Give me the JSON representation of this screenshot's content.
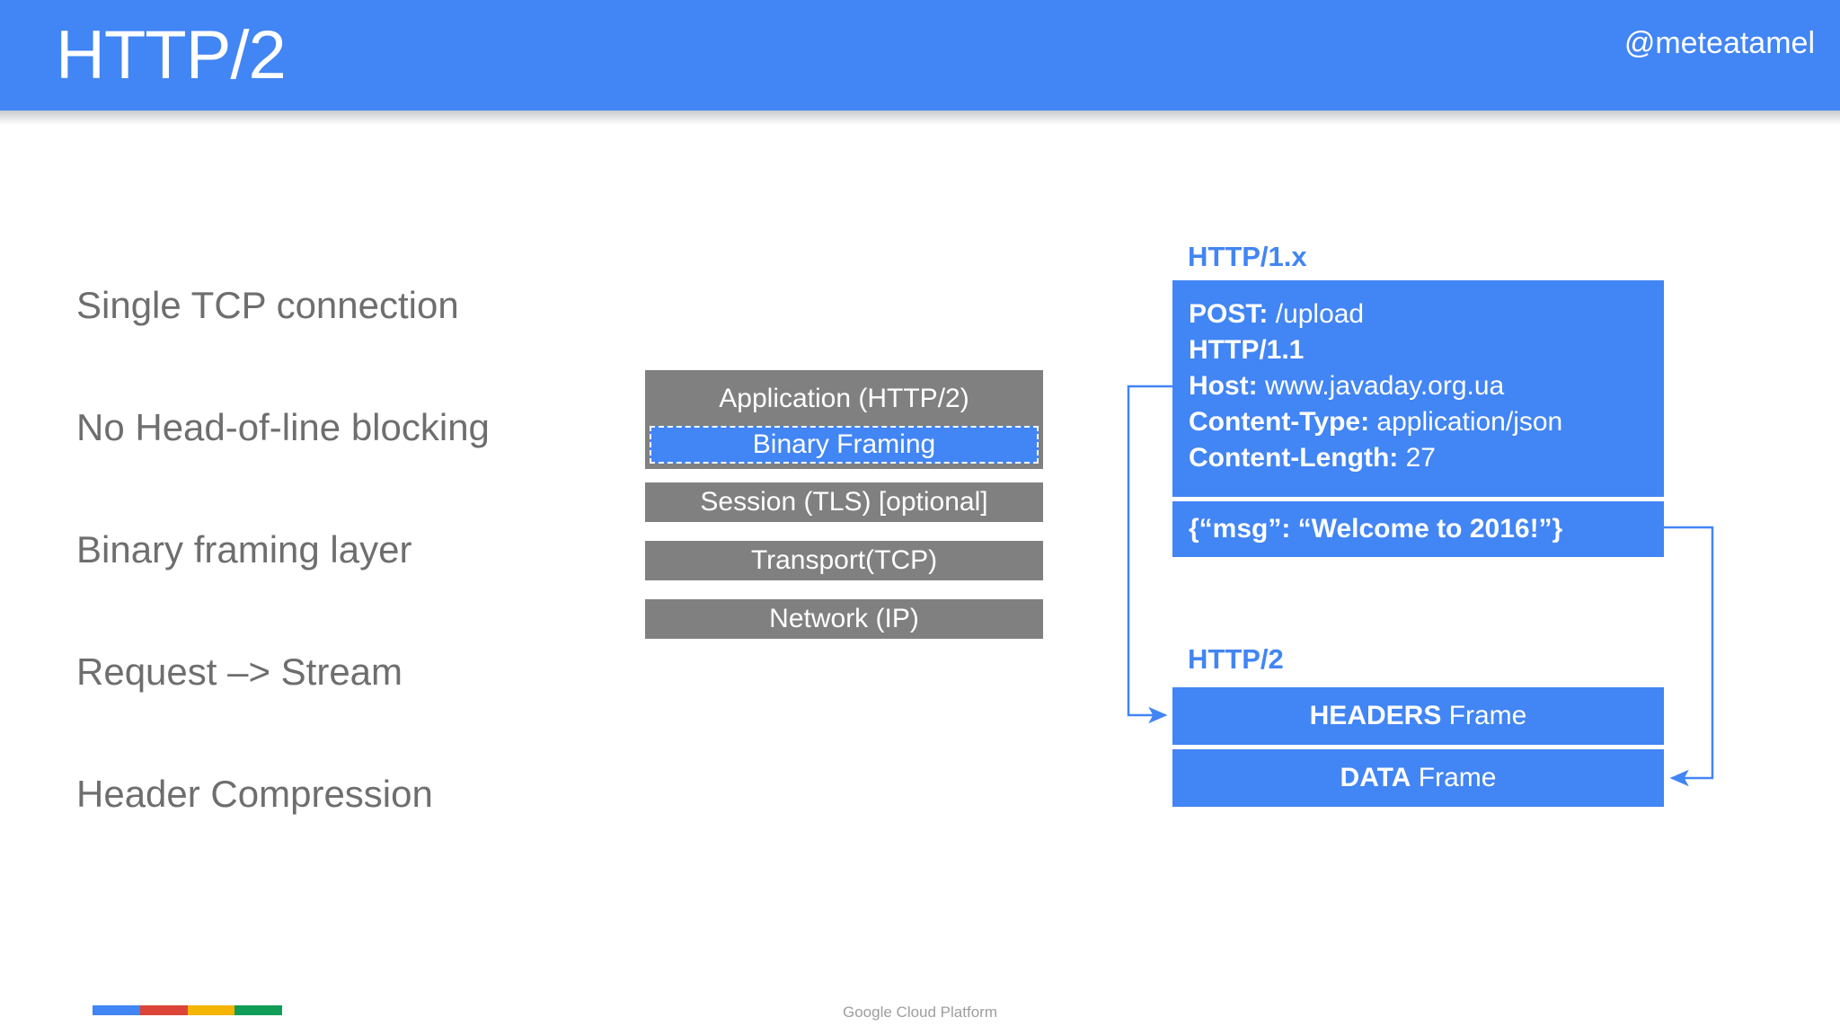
{
  "header": {
    "title": "HTTP/2",
    "handle": "@meteatamel",
    "background_color": "#4285f4",
    "text_color": "#ffffff"
  },
  "bullets": [
    {
      "text": "Single TCP connection"
    },
    {
      "text": "No Head-of-line blocking"
    },
    {
      "text": "Binary framing layer"
    },
    {
      "text": "Request –> Stream"
    },
    {
      "text": "Header Compression"
    }
  ],
  "stack": {
    "gray_color": "#808080",
    "accent_color": "#4285f4",
    "layers": [
      {
        "label": "Application (HTTP/2)"
      },
      {
        "label": "Session (TLS) [optional]"
      },
      {
        "label": "Transport(TCP)"
      },
      {
        "label": "Network (IP)"
      }
    ],
    "highlight": {
      "label": "Binary Framing"
    }
  },
  "http1x": {
    "label": "HTTP/1.x",
    "headers": [
      {
        "key": "POST:",
        "value": " /upload"
      },
      {
        "key": "HTTP/1.1",
        "value": ""
      },
      {
        "key": "Host:",
        "value": " www.javaday.org.ua"
      },
      {
        "key": "Content-Type:",
        "value": " application/json"
      },
      {
        "key": "Content-Length:",
        "value": " 27"
      }
    ],
    "body": "{“msg”: “Welcome to 2016!”}"
  },
  "http2": {
    "label": "HTTP/2",
    "frames": [
      {
        "bold": "HEADERS",
        "rest": " Frame"
      },
      {
        "bold": "DATA",
        "rest": " Frame"
      }
    ]
  },
  "footer": {
    "text": "Google Cloud Platform",
    "logo_colors": [
      "#4285f4",
      "#db4437",
      "#f4b400",
      "#0f9d58"
    ]
  }
}
